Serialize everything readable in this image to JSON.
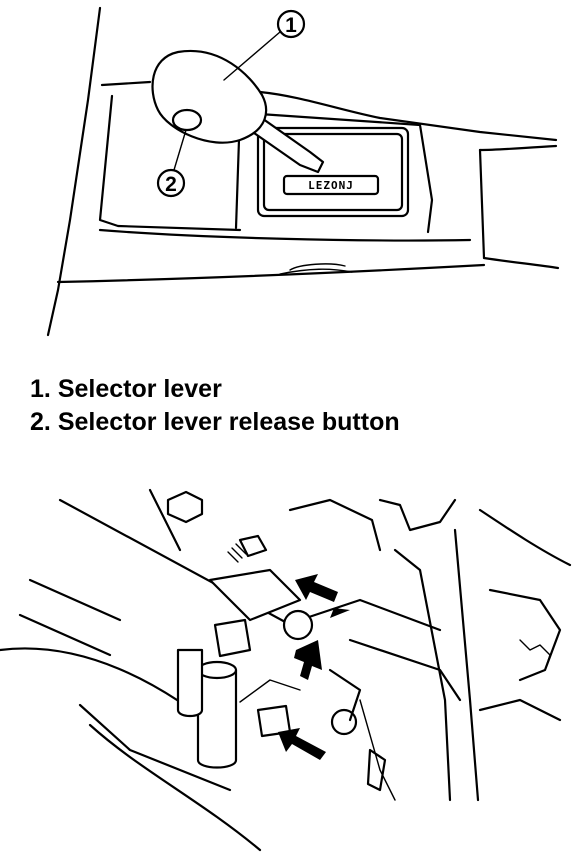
{
  "callouts": [
    {
      "number": "1"
    },
    {
      "number": "2"
    }
  ],
  "gate_label": "LEZONJ",
  "legend": [
    {
      "number": "1.",
      "text": "Selector lever"
    },
    {
      "number": "2.",
      "text": "Selector lever release button"
    }
  ]
}
